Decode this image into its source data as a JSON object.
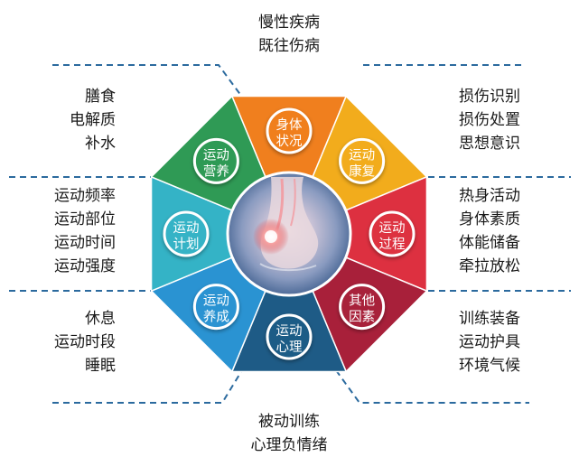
{
  "segments": [
    {
      "key": "body",
      "label1": "身体",
      "label2": "状况",
      "color": "#f07f1e",
      "items": [
        "慢性疾病",
        "既往伤病"
      ]
    },
    {
      "key": "rehab",
      "label1": "运动",
      "label2": "康复",
      "color": "#f2ac1c",
      "items": [
        "损伤识别",
        "损伤处置",
        "思想意识"
      ]
    },
    {
      "key": "process",
      "label1": "运动",
      "label2": "过程",
      "color": "#dd3040",
      "items": [
        "热身活动",
        "身体素质",
        "体能储备",
        "牵拉放松"
      ]
    },
    {
      "key": "other",
      "label1": "其他",
      "label2": "因素",
      "color": "#a8203a",
      "items": [
        "训练装备",
        "运动护具",
        "环境气候"
      ]
    },
    {
      "key": "mind",
      "label1": "运动",
      "label2": "心理",
      "color": "#1e5b86",
      "items": [
        "被动训练",
        "心理负情绪"
      ]
    },
    {
      "key": "habit",
      "label1": "运动",
      "label2": "养成",
      "color": "#2a93d2",
      "items": [
        "休息",
        "运动时段",
        "睡眠"
      ]
    },
    {
      "key": "plan",
      "label1": "运动",
      "label2": "计划",
      "color": "#34b3c6",
      "items": [
        "运动频率",
        "运动部位",
        "运动时间",
        "运动强度"
      ]
    },
    {
      "key": "nutrition",
      "label1": "运动",
      "label2": "营养",
      "color": "#2f9a55",
      "items": [
        "膳食",
        "电解质",
        "补水"
      ]
    }
  ]
}
